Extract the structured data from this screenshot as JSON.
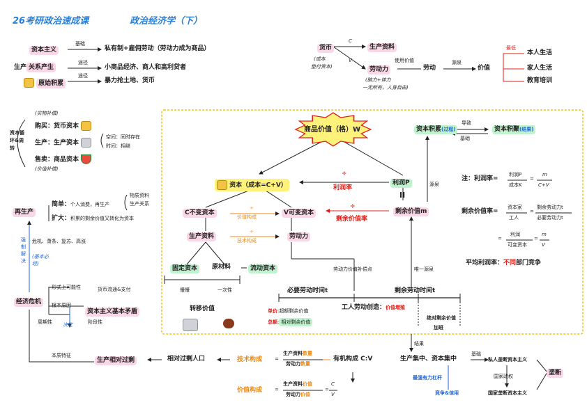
{
  "title": {
    "left": "26考研政治速成课",
    "right": "政治经济学（下）"
  },
  "tl": {
    "capitalism": "资本主义",
    "basis": "基础",
    "private": "私有制+雇佣劳动（劳动力成为商品）",
    "rel_origin": "关系产生",
    "rel_prefix": "生产",
    "path1": "途径",
    "small_economy": "小商品经济、商人和高利贷者",
    "primitive": "原始积累",
    "path2": "途径",
    "violence": "暴力抢土地、货币"
  },
  "tr": {
    "money": "货币",
    "money_note1": "(成本",
    "money_note2": "垫付资本)",
    "c": "C",
    "v": "V",
    "means": "生产资料",
    "labor_force": "劳动力",
    "use_value": "使用价值",
    "labor": "劳动",
    "source": "源泉",
    "value": "价值",
    "lowest": "最低",
    "item1": "本人生活",
    "item2": "家人生活",
    "item3": "教育培训",
    "lf_note1": "(脑力+体力",
    "lf_note2": "一无所有，人身自由)"
  },
  "circ": {
    "real_comp": "(实物补偿)",
    "buy": "购买：货币资本",
    "produce": "生产：生产资本",
    "sell": "售卖：商品资本",
    "val_comp": "(价值补偿)",
    "space": "空间：同时存在",
    "time": "时间：相继",
    "side": "资本循环&周转"
  },
  "rep": {
    "repro": "再生产",
    "simple_label": "简单：",
    "simple_text": "个人消费，再生产",
    "material1": "物质资料",
    "material2": "生产关系",
    "expand_label": "扩大：",
    "expand_text": "积累的剩余价值又转化为资本",
    "force": "强制解决",
    "crisis_stages": "危机、萧条、复苏、高涨",
    "basic_must": "(基本必经)",
    "crisis": "经济危机",
    "possible": "形式上可能性",
    "money_flow": "货币流通&支付",
    "root": "根本原因",
    "contradiction": "资本主义基本矛盾",
    "cycle": "周期性",
    "stage": "阶段性",
    "decide": "决定",
    "essence": "本质特征"
  },
  "center": {
    "commodity_value": "商品价值（格）W",
    "capital": "资本（成本=C+V）",
    "divide": "÷",
    "profit_rate": "利润率",
    "profit": "利润P",
    "eq": "II",
    "c_capital": "C不变资本",
    "value_form": "价值构成",
    "v_capital": "V可变资本",
    "surplus_rate": "剩余价值率",
    "surplus": "剩余价值m",
    "means": "生产资料",
    "tech_form": "技术构成",
    "labor_force": "劳动力",
    "source": "源泉",
    "fixed": "固定资本",
    "raw": "原材料",
    "circulating": "流动资本",
    "compensate": "劳动力价值补偿点",
    "only_source": "唯一源泉",
    "slowly": "慢慢",
    "once": "一次性",
    "necessary": "必要劳动时间t",
    "surplus_time": "剩余劳动时间t",
    "transfer": "转移价值",
    "creates": "工人劳动创造：",
    "increment": "价值增殖",
    "unit_label": "单价",
    "unit_text": "超额剩余价值",
    "total_label": "总额",
    "total_text": "相对剩余价值",
    "absolute": "绝对剩余价值",
    "overtime": "加班"
  },
  "accum": {
    "capital_accum": "资本积累",
    "process": "(过程)",
    "lead": "导致",
    "basis": "基础",
    "capital_accum2": "资本积聚",
    "result": "(结果)"
  },
  "formulas": {
    "note": "注：利润率=",
    "p_over_cost_n": "利润P",
    "p_over_cost_d": "成本K",
    "m_over_cv_n": "m",
    "m_over_cv_d": "C+V",
    "srate": "剩余价值率=",
    "cap_n": "资本家",
    "cap_d": "工人",
    "sur_n": "剩余劳动力t",
    "sur_d": "必要劳动力t",
    "profit_n": "利润",
    "var_d": "可变资本",
    "m_n": "m",
    "v_d": "V",
    "avg": "平均利润率：",
    "diff": "不同",
    "dept": "部门竞争"
  },
  "bottom": {
    "overproduction": "生产相对过剩",
    "surplus_pop": "相对过剩人口",
    "tech_comp": "技术构成",
    "equals": "=",
    "tc_n_a": "生产资料",
    "tc_n_b": "数量",
    "tc_d_a": "劳动力",
    "tc_d_b": "数量",
    "organic": "有机构成 C:V",
    "val_comp": "价值构成",
    "vc_n_a": "生产资料",
    "vc_n_b": "价值",
    "vc_d_a": "劳动力",
    "vc_d_b": "价值",
    "cv_n": "C",
    "cv_d": "V",
    "result": "结果",
    "concentration": "生产集中、资本集中",
    "basis": "基础",
    "private_monopoly": "私人垄断资本主义",
    "state_power": "国家政权",
    "state_monopoly": "国家垄断资本主义",
    "monopoly": "垄断",
    "lever": "最强有力杠杆",
    "competition": "竞争&信用"
  }
}
